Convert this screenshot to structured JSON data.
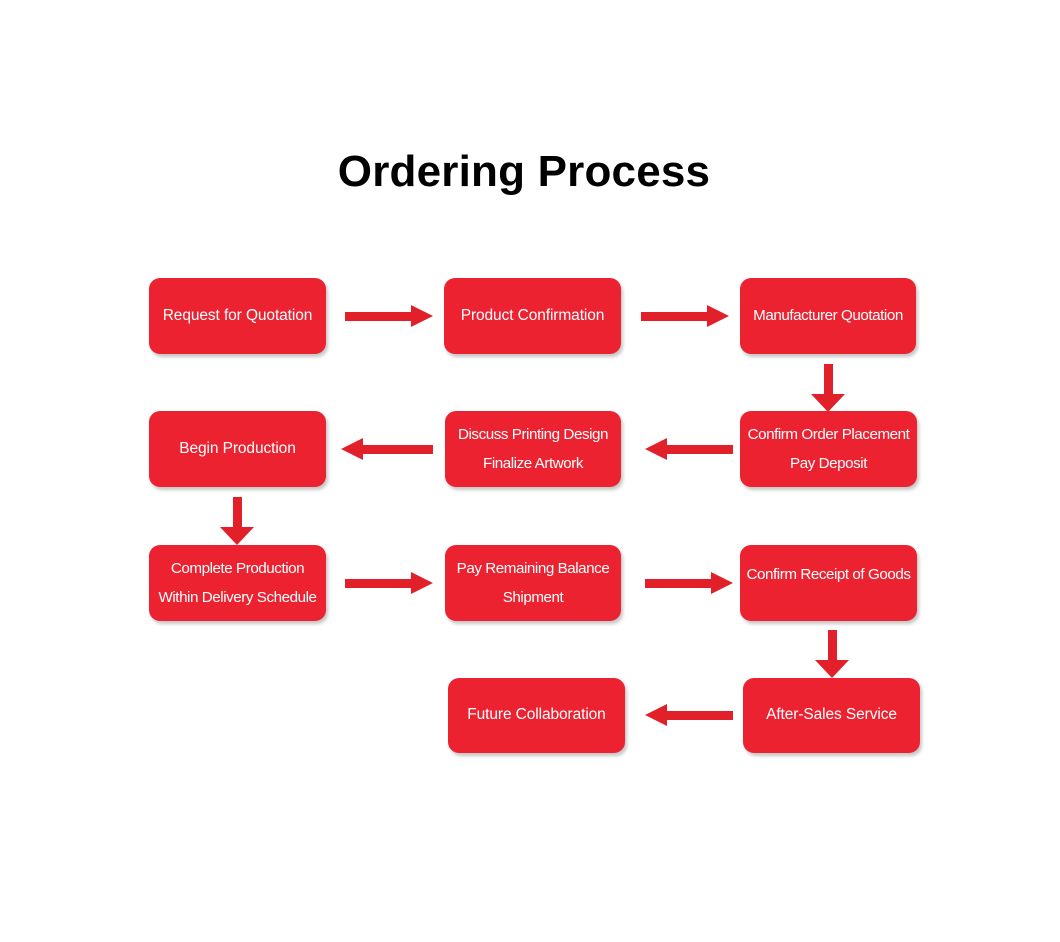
{
  "title": "Ordering Process",
  "colors": {
    "node_fill": "#EC2231",
    "arrow": "#E22029",
    "node_text": "#FFFFFF",
    "title_text": "#000000",
    "background": "#FFFFFF"
  },
  "nodes": [
    {
      "id": "request-for-quotation",
      "lines": [
        "Request for Quotation"
      ]
    },
    {
      "id": "product-confirmation",
      "lines": [
        "Product Confirmation"
      ]
    },
    {
      "id": "manufacturer-quotation",
      "lines": [
        "Manufacturer Quotation"
      ]
    },
    {
      "id": "confirm-order-placement",
      "lines": [
        "Confirm Order Placement",
        "Pay Deposit"
      ]
    },
    {
      "id": "discuss-printing-design",
      "lines": [
        "Discuss Printing Design",
        "Finalize Artwork"
      ]
    },
    {
      "id": "begin-production",
      "lines": [
        "Begin Production"
      ]
    },
    {
      "id": "complete-production",
      "lines": [
        "Complete Production",
        "Within Delivery Schedule"
      ]
    },
    {
      "id": "pay-remaining-balance",
      "lines": [
        "Pay Remaining Balance",
        "Shipment"
      ]
    },
    {
      "id": "confirm-receipt-of-goods",
      "lines": [
        "Confirm Receipt of Goods"
      ]
    },
    {
      "id": "after-sales-service",
      "lines": [
        "After-Sales Service"
      ]
    },
    {
      "id": "future-collaboration",
      "lines": [
        "Future Collaboration"
      ]
    }
  ],
  "connectors": [
    {
      "id": "rfq-to-product-confirmation",
      "direction": "right"
    },
    {
      "id": "product-confirmation-to-quotation",
      "direction": "right"
    },
    {
      "id": "quotation-to-confirm-order",
      "direction": "down"
    },
    {
      "id": "confirm-order-to-discuss-design",
      "direction": "left"
    },
    {
      "id": "discuss-design-to-begin-production",
      "direction": "left"
    },
    {
      "id": "begin-to-complete-production",
      "direction": "down"
    },
    {
      "id": "complete-production-to-pay-balance",
      "direction": "right"
    },
    {
      "id": "pay-balance-to-confirm-receipt",
      "direction": "right"
    },
    {
      "id": "confirm-receipt-to-after-sales",
      "direction": "down"
    },
    {
      "id": "after-sales-to-future-collab",
      "direction": "left"
    }
  ]
}
